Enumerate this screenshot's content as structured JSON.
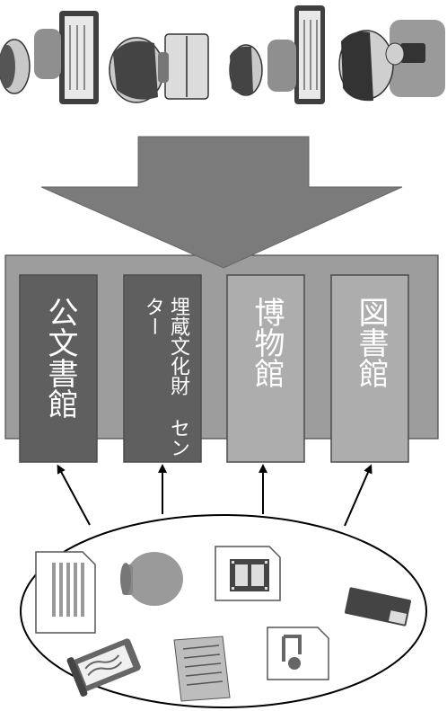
{
  "institutions": [
    {
      "label": "公文書館",
      "lines": [
        "公文書館"
      ],
      "style": "dark"
    },
    {
      "label": "埋蔵文化財センター",
      "lines": [
        "埋蔵文化財",
        "センター"
      ],
      "style": "dark"
    },
    {
      "label": "博物館",
      "lines": [
        "博物館"
      ],
      "style": "light"
    },
    {
      "label": "図書館",
      "lines": [
        "図書館"
      ],
      "style": "light"
    }
  ],
  "colors": {
    "outer_box": "#9d9d9d",
    "arrow": "#7b7b7b",
    "dark_card": "#5f5f5f",
    "light_card": "#adadad",
    "card_border": "#4d4d4d",
    "text": "#ffffff"
  },
  "users": [
    "person-reading-tablet-icon",
    "person-reading-book-icon",
    "person-reading-tablet-icon",
    "person-using-smartphone-icon"
  ],
  "materials": [
    "document-icon",
    "pottery-icon",
    "film-icon",
    "book-icon",
    "scroll-icon",
    "manuscript-icon",
    "audio-file-icon"
  ]
}
